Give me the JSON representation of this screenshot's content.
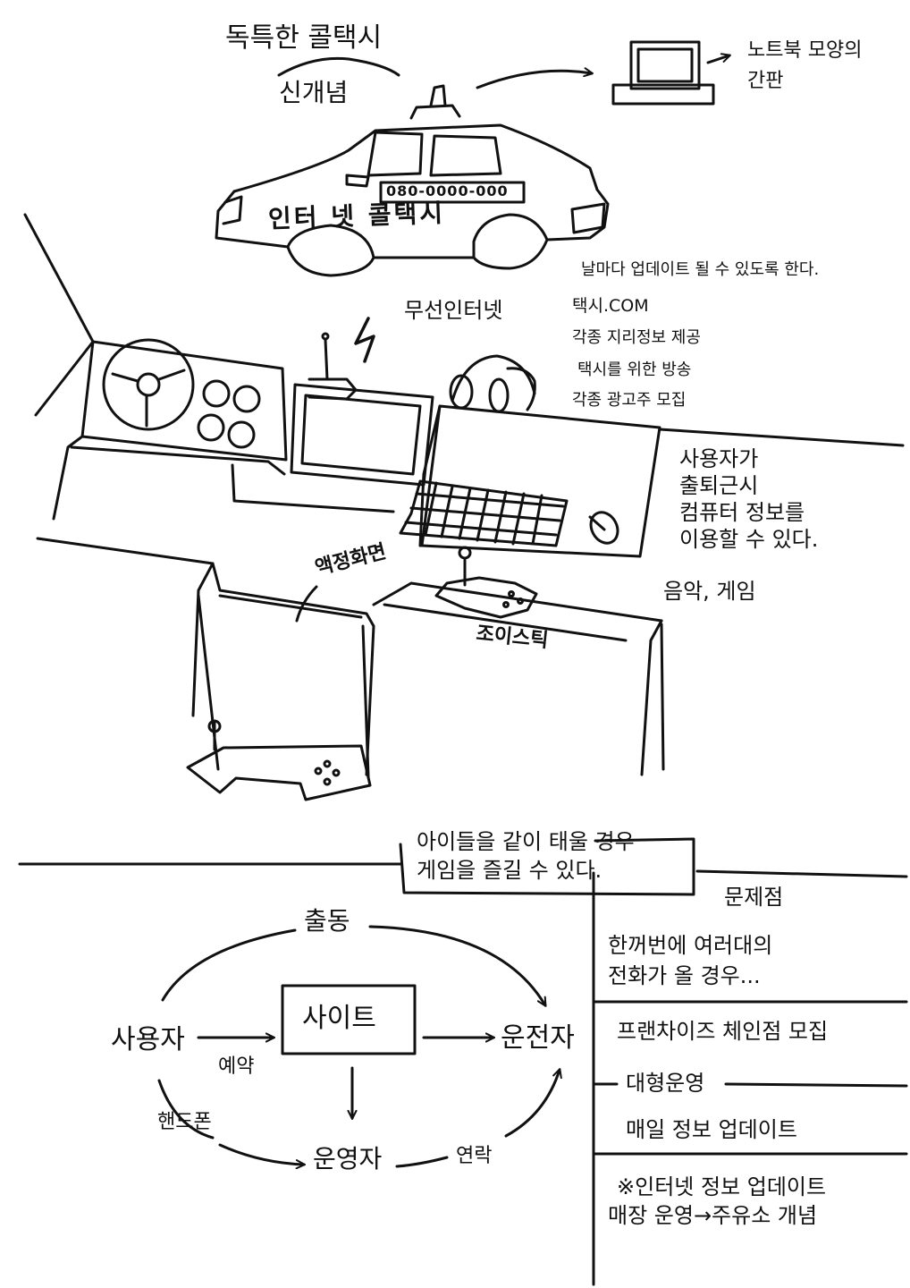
{
  "top": {
    "title": "독특한 콜택시",
    "subtitle": "신개념",
    "sign_note": [
      "노트북 모양의",
      "간판"
    ]
  },
  "taxi": {
    "phone": "080-0000-000",
    "side_text": "인터 넷 콜택시"
  },
  "features": {
    "wireless": "무선인터넷",
    "notes": [
      "날마다 업데이트 될 수 있도록 한다.",
      "택시.COM",
      "각종 지리정보 제공",
      "택시를 위한 방송",
      "각종 광고주 모집"
    ],
    "commute": [
      "사용자가",
      "출퇴근시",
      "컴퓨터 정보를",
      "이용할 수 있다."
    ],
    "music_game": "음악, 게임",
    "lcd": "액정화면",
    "joystick": "조이스틱",
    "kids": [
      "아이들을 같이 태울 경우",
      "게임을 즐길 수 있다."
    ]
  },
  "flow": {
    "dispatch": "출동",
    "user": "사용자",
    "site": "사이트",
    "driver": "운전자",
    "reserve": "예약",
    "phone": "핸드폰",
    "operator": "운영자",
    "contact": "연락"
  },
  "problems": {
    "heading": "문제점",
    "items": [
      [
        "한꺼번에 여러대의",
        "전화가 올 경우..."
      ],
      [
        "프랜차이즈 체인점 모집"
      ],
      [
        "대형운영"
      ],
      [
        "매일 정보 업데이트"
      ],
      [
        "※인터넷 정보 업데이트",
        "매장 운영→주유소 개념"
      ]
    ]
  }
}
